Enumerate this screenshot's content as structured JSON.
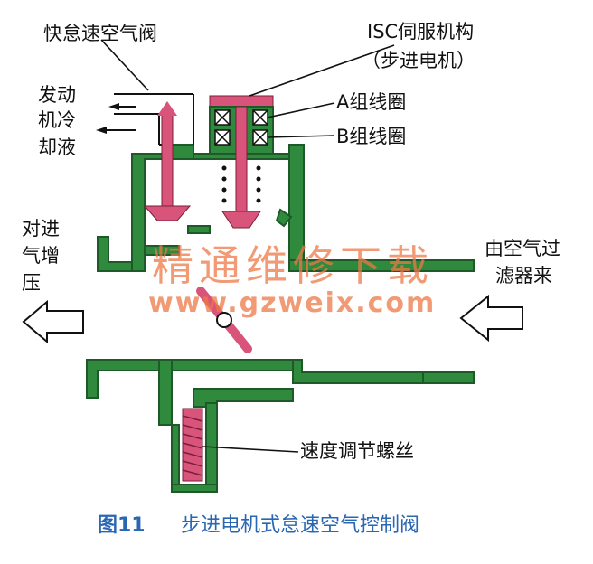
{
  "labels": {
    "fast_idle_valve": "快怠速空气阀",
    "isc_actuator": "ISC伺服机构",
    "isc_actuator_sub": "（步进电机）",
    "engine_coolant": [
      "发动",
      "机冷",
      "却液"
    ],
    "coil_a": "A组线圈",
    "coil_b": "B组线圈",
    "to_supercharger": [
      "对进",
      "气增",
      "压"
    ],
    "from_air_filter": [
      "由空气过",
      "滤器来"
    ],
    "speed_screw": "速度调节螺丝"
  },
  "caption": {
    "figure_no": "图11",
    "title": "步进电机式怠速空气控制阀"
  },
  "watermark": {
    "cn": "精通维修下载",
    "url": "www.gzweix.com"
  },
  "colors": {
    "housing": "#2f8a3e",
    "stem": "#d9547a",
    "caption": "#2a67b3",
    "watermark": "#ec7846",
    "line": "#111111"
  }
}
